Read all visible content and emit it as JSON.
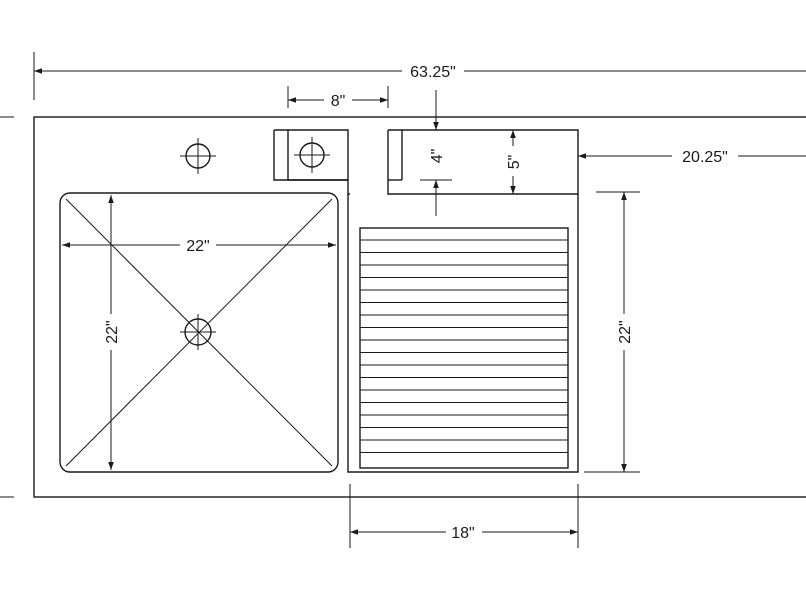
{
  "dimensions": {
    "overall_width": "63.25\"",
    "backsplash_offset": "8\"",
    "ledge_height": "4\"",
    "ledge_depth": "5\"",
    "drainboard_offset": "20.25\"",
    "sink_width": "22\"",
    "sink_depth": "22\"",
    "drainboard_depth": "22\"",
    "drainboard_width": "18\""
  }
}
